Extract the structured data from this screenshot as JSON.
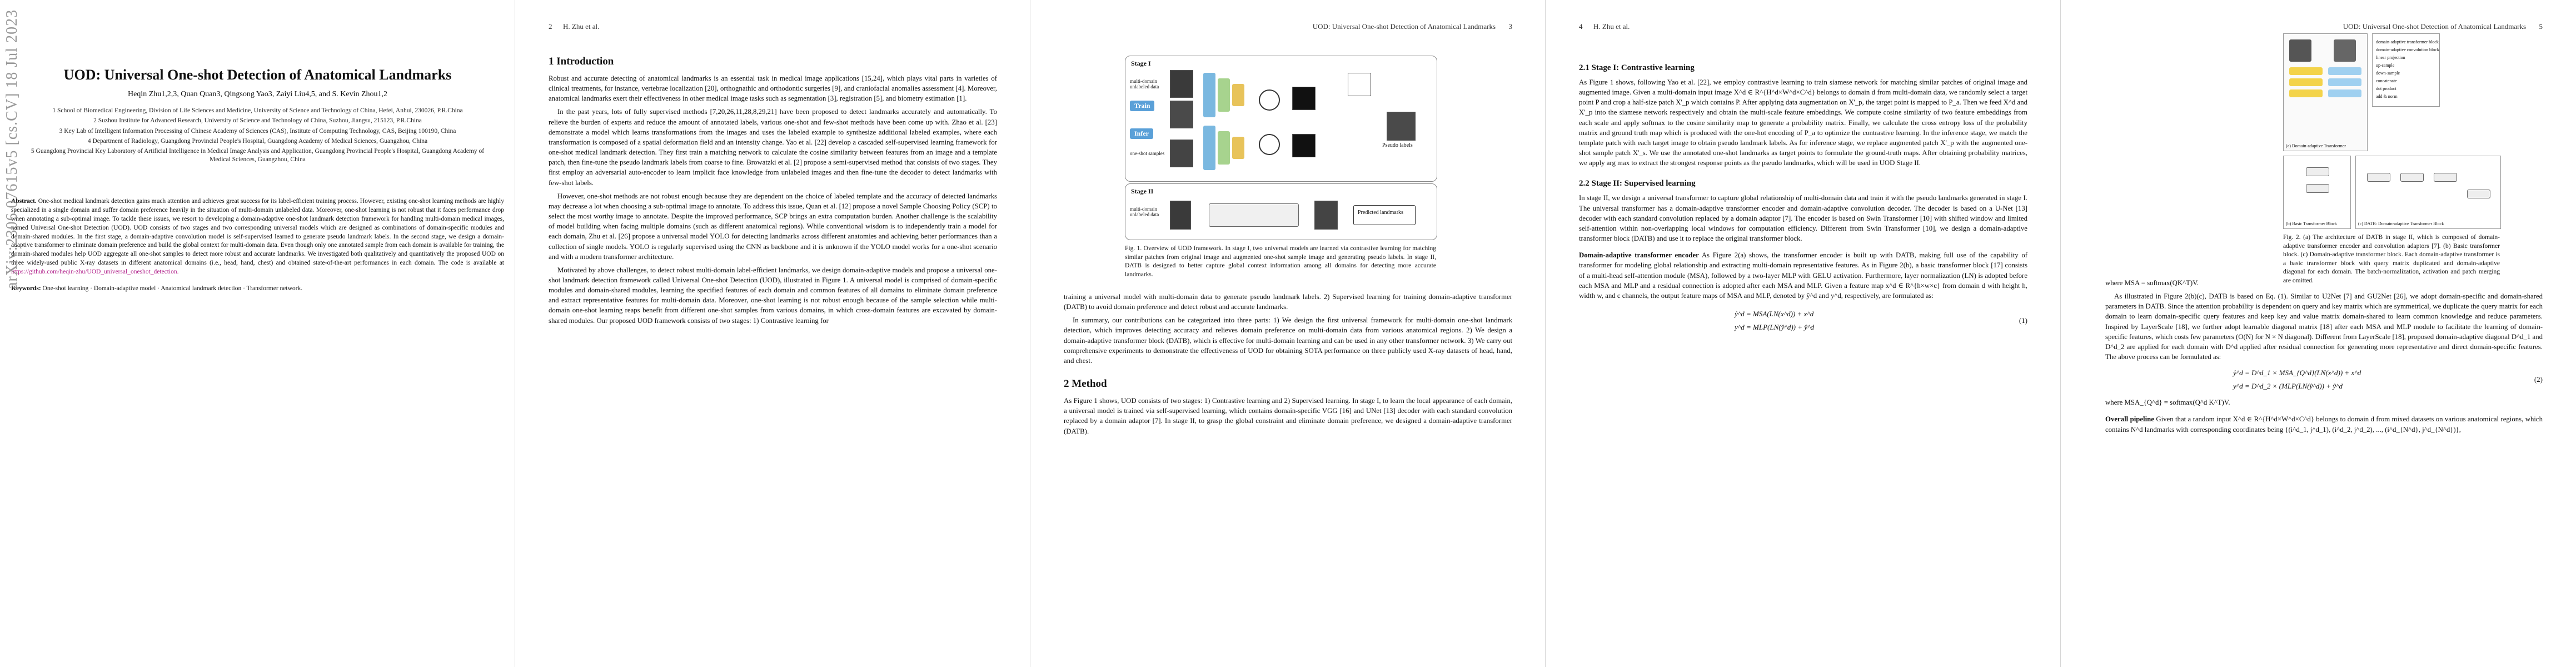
{
  "arxiv_id": "arXiv:2306.07615v5  [cs.CV]  18 Jul 2023",
  "page1": {
    "title": "UOD: Universal One-shot Detection of Anatomical Landmarks",
    "authors": "Heqin Zhu1,2,3, Quan Quan3, Qingsong Yao3, Zaiyi Liu4,5, and S. Kevin Zhou1,2",
    "affiliations": [
      "1 School of Biomedical Engineering, Division of Life Sciences and Medicine, University of Science and Technology of China, Hefei, Anhui, 230026, P.R.China",
      "2 Suzhou Institute for Advanced Research, University of Science and Technology of China, Suzhou, Jiangsu, 215123, P.R.China",
      "3 Key Lab of Intelligent Information Processing of Chinese Academy of Sciences (CAS), Institute of Computing Technology, CAS, Beijing 100190, China",
      "4 Department of Radiology, Guangdong Provincial People's Hospital, Guangdong Academy of Medical Sciences, Guangzhou, China",
      "5 Guangdong Provincial Key Laboratory of Artificial Intelligence in Medical Image Analysis and Application, Guangdong Provincial People's Hospital, Guangdong Academy of Medical Sciences, Guangzhou, China"
    ],
    "abstract_label": "Abstract.",
    "abstract_text": "One-shot medical landmark detection gains much attention and achieves great success for its label-efficient training process. However, existing one-shot learning methods are highly specialized in a single domain and suffer domain preference heavily in the situation of multi-domain unlabeled data. Moreover, one-shot learning is not robust that it faces performance drop when annotating a sub-optimal image. To tackle these issues, we resort to developing a domain-adaptive one-shot landmark detection framework for handling multi-domain medical images, named Universal One-shot Detection (UOD). UOD consists of two stages and two corresponding universal models which are designed as combinations of domain-specific modules and domain-shared modules. In the first stage, a domain-adaptive convolution model is self-supervised learned to generate pseudo landmark labels. In the second stage, we design a domain-adaptive transformer to eliminate domain preference and build the global context for multi-domain data. Even though only one annotated sample from each domain is available for training, the domain-shared modules help UOD aggregate all one-shot samples to detect more robust and accurate landmarks. We investigated both qualitatively and quantitatively the proposed UOD on three widely-used public X-ray datasets in different anatomical domains (i.e., head, hand, chest) and obtained state-of-the-art performances in each domain. The code is available at",
    "abstract_link": "https://github.com/heqin-zhu/UOD_universal_oneshot_detection.",
    "keywords_label": "Keywords:",
    "keywords_text": "One-shot learning · Domain-adaptive model · Anatomical landmark detection · Transformer network."
  },
  "page2": {
    "num": "2",
    "runhead": "H. Zhu et al.",
    "section": "1   Introduction",
    "para1": "Robust and accurate detecting of anatomical landmarks is an essential task in medical image applications [15,24], which plays vital parts in varieties of clinical treatments, for instance, vertebrae localization [20], orthognathic and orthodontic surgeries [9], and craniofacial anomalies assessment [4]. Moreover, anatomical landmarks exert their effectiveness in other medical image tasks such as segmentation [3], registration [5], and biometry estimation [1].",
    "para2": "In the past years, lots of fully supervised methods [7,20,26,11,28,8,29,21] have been proposed to detect landmarks accurately and automatically. To relieve the burden of experts and reduce the amount of annotated labels, various one-shot and few-shot methods have been come up with. Zhao et al. [23] demonstrate a model which learns transformations from the images and uses the labeled example to synthesize additional labeled examples, where each transformation is composed of a spatial deformation field and an intensity change. Yao et al. [22] develop a cascaded self-supervised learning framework for one-shot medical landmark detection. They first train a matching network to calculate the cosine similarity between features from an image and a template patch, then fine-tune the pseudo landmark labels from coarse to fine. Browatzki et al. [2] propose a semi-supervised method that consists of two stages. They first employ an adversarial auto-encoder to learn implicit face knowledge from unlabeled images and then fine-tune the decoder to detect landmarks with few-shot labels.",
    "para3": "However, one-shot methods are not robust enough because they are dependent on the choice of labeled template and the accuracy of detected landmarks may decrease a lot when choosing a sub-optimal image to annotate. To address this issue, Quan et al. [12] propose a novel Sample Choosing Policy (SCP) to select the most worthy image to annotate. Despite the improved performance, SCP brings an extra computation burden. Another challenge is the scalability of model building when facing multiple domains (such as different anatomical regions). While conventional wisdom is to independently train a model for each domain, Zhu et al. [26] propose a universal model YOLO for detecting landmarks across different anatomies and achieving better performances than a collection of single models. YOLO is regularly supervised using the CNN as backbone and it is unknown if the YOLO model works for a one-shot scenario and with a modern transformer architecture.",
    "para4": "Motivated by above challenges, to detect robust multi-domain label-efficient landmarks, we design domain-adaptive models and propose a universal one-shot landmark detection framework called Universal One-shot Detection (UOD), illustrated in Figure 1. A universal model is comprised of domain-specific modules and domain-shared modules, learning the specified features of each domain and common features of all domains to eliminate domain preference and extract representative features for multi-domain data. Moreover, one-shot learning is not robust enough because of the sample selection while multi-domain one-shot learning reaps benefit from different one-shot samples from various domains, in which cross-domain features are excavated by domain-shared modules. Our proposed UOD framework consists of two stages: 1) Contrastive learning for"
  },
  "page3": {
    "num": "3",
    "runhead": "UOD: Universal One-shot Detection of Anatomical Landmarks",
    "fig_stage1": "Stage I",
    "fig_stage2": "Stage II",
    "fig_train": "Train",
    "fig_infer": "Infer",
    "fig_label_a": "multi-domain unlabeled data",
    "fig_label_b": "one-shot samples",
    "fig_label_c": "Pseudo labels",
    "fig_label_d": "multi-domain unlabeled data",
    "fig_label_e": "Predicted landmarks",
    "caption": "Fig. 1. Overview of UOD framework. In stage I, two universal models are learned via contrastive learning for matching similar patches from original image and augmented one-shot sample image and generating pseudo labels. In stage II, DATB is designed to better capture global context information among all domains for detecting more accurate landmarks.",
    "para1": "training a universal model with multi-domain data to generate pseudo landmark labels. 2) Supervised learning for training domain-adaptive transformer (DATB) to avoid domain preference and detect robust and accurate landmarks.",
    "para2": "In summary, our contributions can be categorized into three parts: 1) We design the first universal framework for multi-domain one-shot landmark detection, which improves detecting accuracy and relieves domain preference on multi-domain data from various anatomical regions. 2) We design a domain-adaptive transformer block (DATB), which is effective for multi-domain learning and can be used in any other transformer network. 3) We carry out comprehensive experiments to demonstrate the effectiveness of UOD for obtaining SOTA performance on three publicly used X-ray datasets of head, hand, and chest.",
    "section": "2   Method",
    "para3": "As Figure 1 shows, UOD consists of two stages: 1) Contrastive learning and 2) Supervised learning. In stage I, to learn the local appearance of each domain, a universal model is trained via self-supervised learning, which contains domain-specific VGG [16] and UNet [13] decoder with each standard convolution replaced by a domain adaptor [7]. In stage II, to grasp the global constraint and eliminate domain preference, we designed a domain-adaptive transformer (DATB)."
  },
  "page4": {
    "num": "4",
    "runhead": "H. Zhu et al.",
    "sub1": "2.1   Stage I: Contrastive learning",
    "para1": "As Figure 1 shows, following Yao et al. [22], we employ contrastive learning to train siamese network for matching similar patches of original image and augmented image. Given a multi-domain input image X^d ∈ R^{H^d×W^d×C^d} belongs to domain d from multi-domain data, we randomly select a target point P and crop a half-size patch X'_p which contains P. After applying data augmentation on X'_p, the target point is mapped to P_a. Then we feed X^d and X'_p into the siamese network respectively and obtain the multi-scale feature embeddings. We compute cosine similarity of two feature embeddings from each scale and apply softmax to the cosine similarity map to generate a probability matrix. Finally, we calculate the cross entropy loss of the probability matrix and ground truth map which is produced with the one-hot encoding of P_a to optimize the contrastive learning. In the inference stage, we match the template patch with each target image to obtain pseudo landmark labels. As for inference stage, we replace augmented patch X'_p with the augmented one-shot sample patch X'_s. We use the annotated one-shot landmarks as target points to formulate the ground-truth maps. After obtaining probability matrices, we apply arg max to extract the strongest response points as the pseudo landmarks, which will be used in UOD Stage II.",
    "sub2": "2.2   Stage II: Supervised learning",
    "para2": "In stage II, we design a universal transformer to capture global relationship of multi-domain data and train it with the pseudo landmarks generated in stage I. The universal transformer has a domain-adaptive transformer encoder and domain-adaptive convolution decoder. The decoder is based on a U-Net [13] decoder with each standard convolution replaced by a domain adaptor [7]. The encoder is based on Swin Transformer [10] with shifted window and limited self-attention within non-overlapping local windows for computation efficiency. Different from Swin Transformer [10], we design a domain-adaptive transformer block (DATB) and use it to replace the original transformer block.",
    "para3_label": "Domain-adaptive transformer encoder",
    "para3": "As Figure 2(a) shows, the transformer encoder is built up with DATB, making full use of the capability of transformer for modeling global relationship and extracting multi-domain representative features. As in Figure 2(b), a basic transformer block [17] consists of a multi-head self-attention module (MSA), followed by a two-layer MLP with GELU activation. Furthermore, layer normalization (LN) is adopted before each MSA and MLP and a residual connection is adopted after each MSA and MLP. Given a feature map x^d ∈ R^{h×w×c} from domain d with height h, width w, and c channels, the output feature maps of MSA and MLP, denoted by ŷ^d and y^d, respectively, are formulated as:",
    "eq1a": "ŷ^d = MSA(LN(x^d)) + x^d",
    "eq1b": "y^d = MLP(LN(ŷ^d)) + ŷ^d",
    "eq1_num": "(1)"
  },
  "page5": {
    "num": "5",
    "runhead": "UOD: Universal One-shot Detection of Anatomical Landmarks",
    "fig_caption": "Fig. 2. (a) The architecture of DATB in stage II, which is composed of domain-adaptive transformer encoder and convolution adaptors [7]. (b) Basic transformer block. (c) Domain-adaptive transformer block. Each domain-adaptive transformer is a basic transformer block with query matrix duplicated and domain-adaptive diagonal for each domain. The batch-normalization, activation and patch merging are omitted.",
    "fig_sub_a": "(a) Domain-adaptive Transformer",
    "fig_sub_b": "(b) Basic Transformer Block",
    "fig_sub_c": "(c) DATB: Domain-adaptive Transformer Block",
    "legend": [
      "domain-adaptive transformer block",
      "domain-adaptive convolution block",
      "linear projection",
      "up-sample",
      "down-sample",
      "concatenate",
      "dot product",
      "add & norm"
    ],
    "para1": "where MSA = softmax(QK^T)V.",
    "para2": "As illustrated in Figure 2(b)(c), DATB is based on Eq. (1). Similar to U2Net [7] and GU2Net [26], we adopt domain-specific and domain-shared parameters in DATB. Since the attention probability is dependent on query and key matrix which are symmetrical, we duplicate the query matrix for each domain to learn domain-specific query features and keep key and value matrix domain-shared to learn common knowledge and reduce parameters. Inspired by LayerScale [18], we further adopt learnable diagonal matrix [18] after each MSA and MLP module to facilitate the learning of domain-specific features, which costs few parameters (O(N) for N × N diagonal). Different from LayerScale [18], proposed domain-adaptive diagonal D^d_1 and D^d_2 are applied for each domain with D^d applied after residual connection for generating more representative and direct domain-specific features. The above process can be formulated as:",
    "eq2a": "ŷ^d = D^d_1 × MSA_{Q^d}(LN(x^d)) + x^d",
    "eq2b": "y^d = D^d_2 × (MLP(LN(ŷ^d)) + ŷ^d",
    "eq2_num": "(2)",
    "para3": "where MSA_{Q^d} = softmax(Q^d K^T)V.",
    "para4_label": "Overall pipeline",
    "para4": "Given that a random input X^d ∈ R^{H^d×W^d×C^d} belongs to domain d from mixed datasets on various anatomical regions, which contains N^d landmarks with corresponding coordinates being {(i^d_1, j^d_1), (i^d_2, j^d_2), ..., (i^d_{N^d}, j^d_{N^d})},"
  }
}
